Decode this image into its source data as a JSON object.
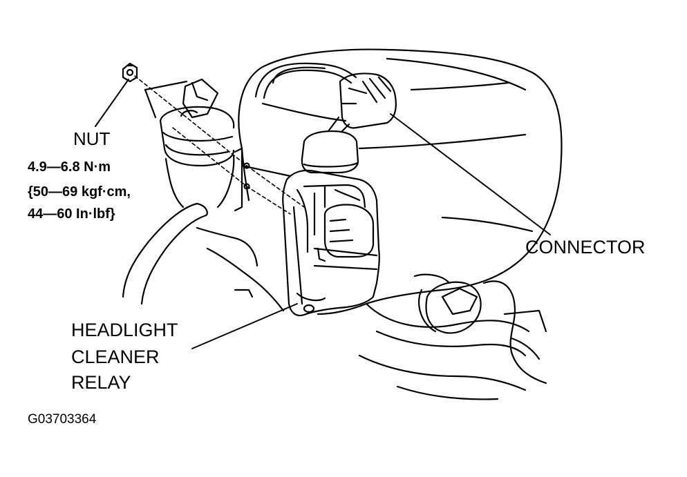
{
  "labels": {
    "nut": "NUT",
    "torque_line1": "4.9—6.8 N·m",
    "torque_line2": "{50—69 kgf·cm,",
    "torque_line3": "44—60 In·lbf}",
    "connector": "CONNECTOR",
    "relay_line1": "HEADLIGHT",
    "relay_line2": "CLEANER",
    "relay_line3": "RELAY",
    "figure_code": "G03703364"
  },
  "colors": {
    "ink": "#000000",
    "paper": "#ffffff"
  }
}
